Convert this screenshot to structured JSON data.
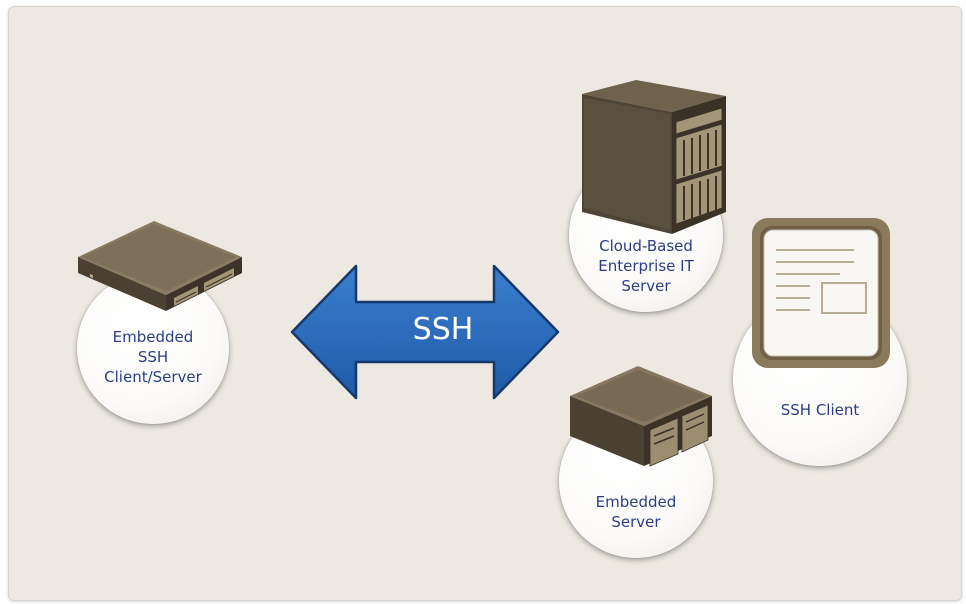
{
  "diagram": {
    "arrow_label": "SSH",
    "nodes": [
      {
        "id": "embedded-client-server",
        "lines": [
          "Embedded",
          "SSH",
          "Client/Server"
        ],
        "icon": "rack-server-icon"
      },
      {
        "id": "cloud-enterprise-server",
        "lines": [
          "Cloud-Based",
          "Enterprise IT",
          "Server"
        ],
        "icon": "tower-server-icon"
      },
      {
        "id": "ssh-client",
        "lines": [
          "SSH Client"
        ],
        "icon": "document-window-icon"
      },
      {
        "id": "embedded-server",
        "lines": [
          "Embedded",
          "Server"
        ],
        "icon": "compact-server-icon"
      }
    ]
  },
  "colors": {
    "background": "#ede9e2",
    "arrow_fill": "#2b6cb8",
    "label_text": "#2c3d86",
    "server_body": "#5e5340"
  }
}
